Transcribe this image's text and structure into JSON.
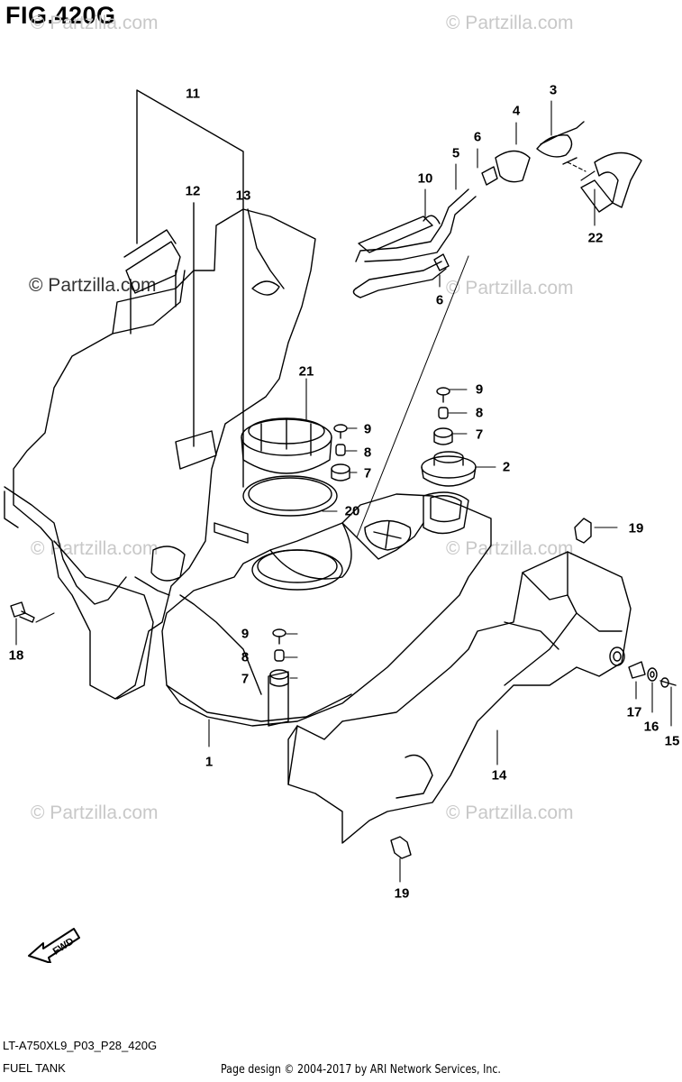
{
  "figure": {
    "title": "FIG.420G",
    "model_code": "LT-A750XL9_P03_P28_420G",
    "section_name": "FUEL TANK",
    "page_credit": "Page design © 2004-2017 by ARI Network Services, Inc.",
    "watermark": "© Partzilla.com",
    "fwd_label": "FWD"
  },
  "callouts": [
    "1",
    "2",
    "3",
    "4",
    "5",
    "6",
    "6",
    "7",
    "7",
    "7",
    "8",
    "8",
    "8",
    "9",
    "9",
    "9",
    "10",
    "11",
    "12",
    "13",
    "14",
    "15",
    "16",
    "17",
    "18",
    "19",
    "19",
    "20",
    "21",
    "22"
  ]
}
